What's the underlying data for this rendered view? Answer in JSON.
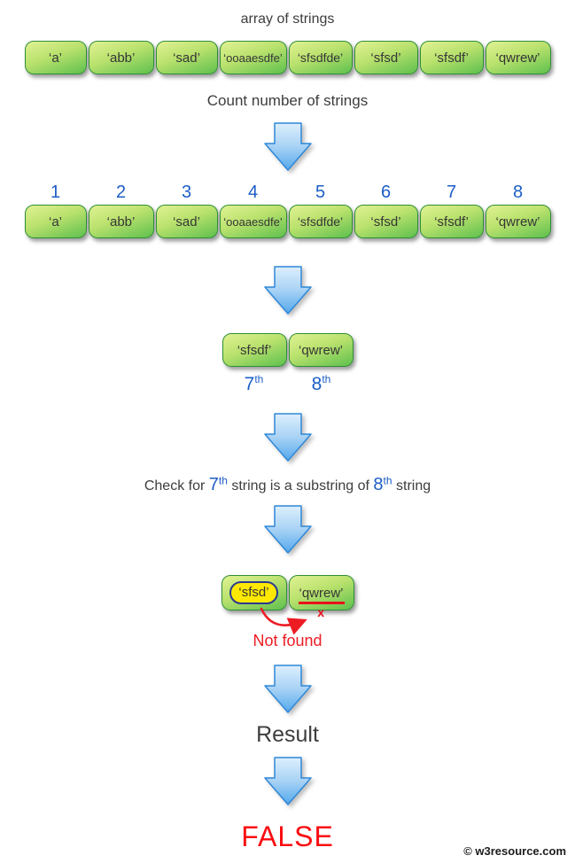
{
  "header": {
    "title": "array of strings",
    "count_label": "Count number of strings"
  },
  "strings": [
    "‘a’",
    "‘abb’",
    "‘sad’",
    "‘ooaaesdfe’",
    "‘sfsdfde’",
    "‘sfsd’",
    "‘sfsdf’",
    "‘qwrew’"
  ],
  "numbers": [
    "1",
    "2",
    "3",
    "4",
    "5",
    "6",
    "7",
    "8"
  ],
  "selection": {
    "seventh_string": "‘sfsdf’",
    "eighth_string": "‘qwrew’",
    "seventh_num": "7",
    "eighth_num": "8",
    "ordinal_suffix": "th"
  },
  "check": {
    "prefix": "Check for ",
    "num7": "7",
    "sup": "th",
    "middle": " string is a substring of ",
    "num8": "8",
    "suffix": " string"
  },
  "compare": {
    "left_highlighted": "‘sfsd’",
    "right": "‘qwrew’",
    "x_mark": "x",
    "not_found": "Not found"
  },
  "result": {
    "label": "Result",
    "value": "FALSE"
  },
  "footer": {
    "copyright": "© w3resource.com"
  },
  "colors": {
    "accent_blue": "#1d5ec6",
    "box_green_light": "#e0f293",
    "box_green_dark": "#5fc04e",
    "box_border": "#2f8f35",
    "arrow_blue_light": "#d9edfc",
    "arrow_blue_dark": "#54a8ec",
    "red": "#ed1c24",
    "false_red": "#f90d12",
    "highlight_yellow": "#ffe900"
  }
}
